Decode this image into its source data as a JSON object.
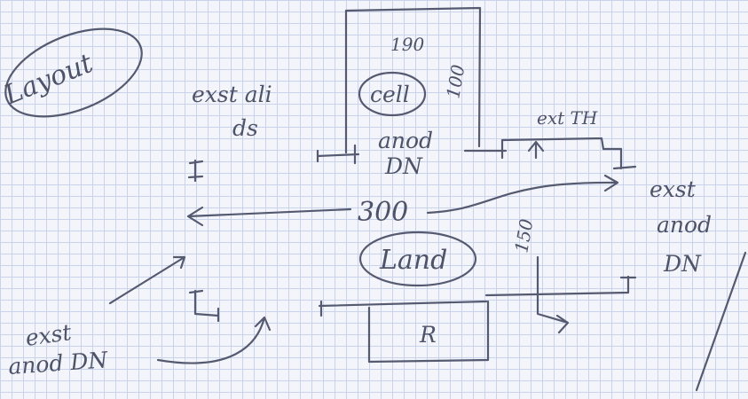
{
  "labels": {
    "layout": "Layout",
    "cell": "cell",
    "dim_190": "190",
    "dim_100": "100",
    "anod_dn_top_1": "anod",
    "anod_dn_top_2": "DN",
    "ext_ali_1": "exst ali",
    "ext_ali_2": "ds",
    "ext_th": "ext TH",
    "ext_anod_right_1": "exst",
    "ext_anod_right_2": "anod",
    "ext_anod_right_3": "DN",
    "dim_300": "300",
    "dim_150": "150",
    "land": "Land",
    "r_box": "R",
    "ext_anod_bottom_1": "exst",
    "ext_anod_bottom_2": "anod DN"
  },
  "colors": {
    "ink": "#555a70",
    "paper": "#f3f5fb",
    "grid": "#c9d3ec"
  }
}
